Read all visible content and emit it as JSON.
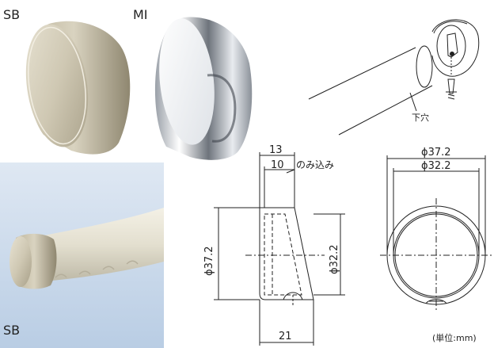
{
  "photos": {
    "top_left_label": "SB",
    "top_right_label": "MI",
    "bottom_label": "SB"
  },
  "iso_view": {
    "hole_label": "下穴"
  },
  "side_view": {
    "dim_total_width": "13",
    "dim_insert_depth": "10",
    "insert_note": "のみ込み",
    "dim_outer_height": "ϕ37.2",
    "dim_inner_height": "ϕ32.2",
    "dim_bottom_width": "21"
  },
  "front_view": {
    "dim_outer_diameter": "ϕ37.2",
    "dim_inner_diameter": "ϕ32.2"
  },
  "unit_note": "(単位:mm)",
  "colors": {
    "sb_finish": "#cdc5ae",
    "mi_finish": "#d9dde3",
    "background_panel": "#c8d8ea",
    "line": "#222222"
  }
}
